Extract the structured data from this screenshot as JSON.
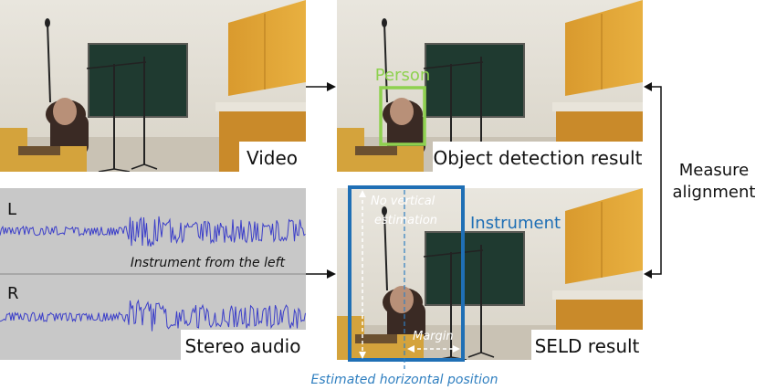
{
  "panels": {
    "video": {
      "label": "Video"
    },
    "object_detection": {
      "label": "Object detection result",
      "box_label": "Person"
    },
    "stereo_audio": {
      "label": "Stereo audio",
      "left_channel": "L",
      "right_channel": "R",
      "annotation": "Instrument from the left"
    },
    "seld": {
      "label": "SELD result",
      "box_label": "Instrument",
      "no_vertical_line1": "No vertical",
      "no_vertical_line2": "estimation",
      "margin_label": "Margin"
    }
  },
  "measure": {
    "line1": "Measure",
    "line2": "alignment"
  },
  "caption": "Estimated horizontal position",
  "colors": {
    "person_box": "#8ed14f",
    "instrument_box": "#1f6fb5",
    "waveform": "#3b3ec9",
    "audio_bg": "#c8c8c8",
    "caption": "#2f7fc0"
  }
}
